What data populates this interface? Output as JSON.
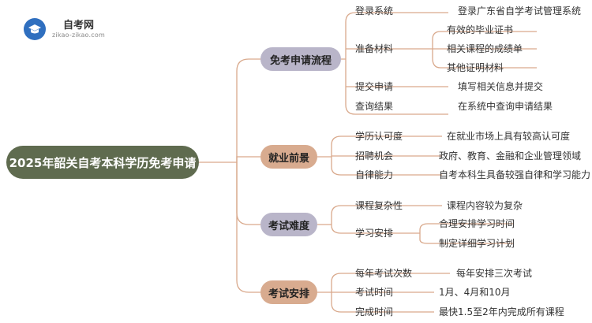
{
  "logo": {
    "name": "自考网",
    "url": "zikao-zikao.com",
    "icon": "graduation-cap-icon"
  },
  "root": "2025年韶关自考本科学历免考申请",
  "colors": {
    "root": "#5f6b4f",
    "purple": "#b9b5c9",
    "orange": "#d8ab8f",
    "line": "#d9a98c"
  },
  "categories": [
    {
      "label": "免考申请流程",
      "items": [
        {
          "label": "登录系统",
          "children": [
            "登录广东省自学考试管理系统"
          ]
        },
        {
          "label": "准备材料",
          "children": [
            "有效的毕业证书",
            "相关课程的成绩单",
            "其他证明材料"
          ]
        },
        {
          "label": "提交申请",
          "children": [
            "填写相关信息并提交"
          ]
        },
        {
          "label": "查询结果",
          "children": [
            "在系统中查询申请结果"
          ]
        }
      ]
    },
    {
      "label": "就业前景",
      "items": [
        {
          "label": "学历认可度",
          "children": [
            "在就业市场上具有较高认可度"
          ]
        },
        {
          "label": "招聘机会",
          "children": [
            "政府、教育、金融和企业管理领域"
          ]
        },
        {
          "label": "自律能力",
          "children": [
            "自考本科生具备较强自律和学习能力"
          ]
        }
      ]
    },
    {
      "label": "考试难度",
      "items": [
        {
          "label": "课程复杂性",
          "children": [
            "课程内容较为复杂"
          ]
        },
        {
          "label": "学习安排",
          "children": [
            "合理安排学习时间",
            "制定详细学习计划"
          ]
        }
      ]
    },
    {
      "label": "考试安排",
      "items": [
        {
          "label": "每年考试次数",
          "children": [
            "每年安排三次考试"
          ]
        },
        {
          "label": "考试时间",
          "children": [
            "1月、4月和10月"
          ]
        },
        {
          "label": "完成时间",
          "children": [
            "最快1.5至2年内完成所有课程"
          ]
        }
      ]
    }
  ]
}
